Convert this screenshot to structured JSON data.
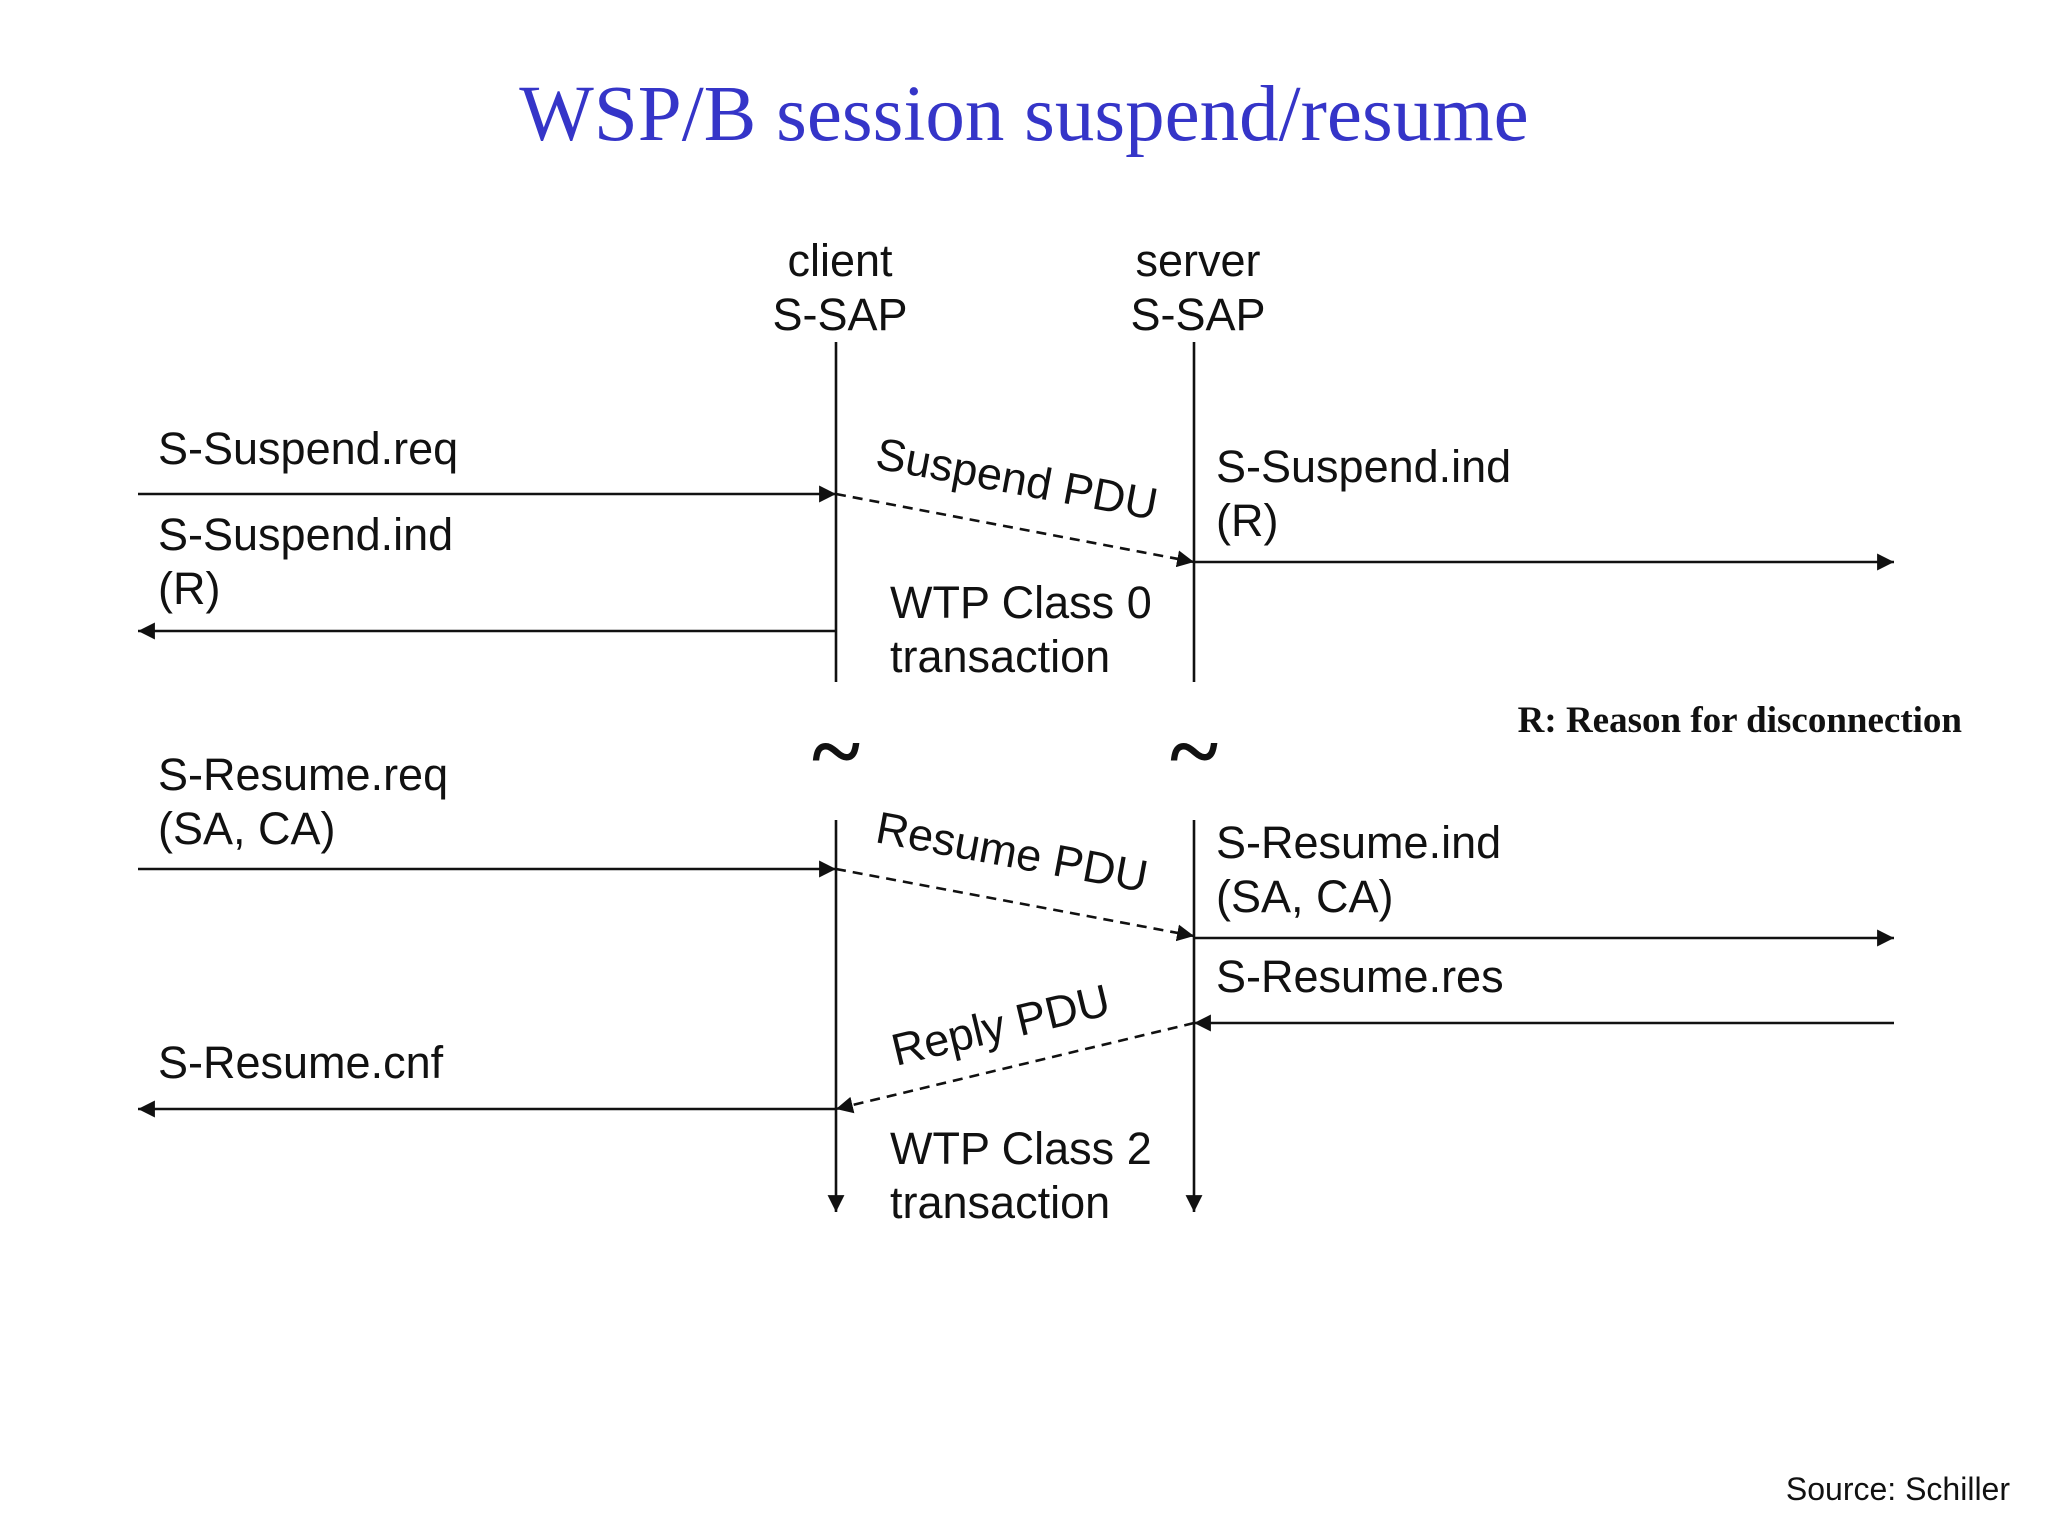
{
  "title": "WSP/B session suspend/resume",
  "entities": {
    "client": {
      "line1": "client",
      "line2": "S-SAP"
    },
    "server": {
      "line1": "server",
      "line2": "S-SAP"
    }
  },
  "primitives": {
    "suspend_req": "S-Suspend.req",
    "suspend_ind_client": [
      "S-Suspend.ind",
      "(R)"
    ],
    "suspend_ind_server": [
      "S-Suspend.ind",
      "(R)"
    ],
    "resume_req": [
      "S-Resume.req",
      "(SA, CA)"
    ],
    "resume_ind": [
      "S-Resume.ind",
      "(SA, CA)"
    ],
    "resume_res": "S-Resume.res",
    "resume_cnf": "S-Resume.cnf"
  },
  "pdus": {
    "suspend": "Suspend PDU",
    "resume": "Resume PDU",
    "reply": "Reply PDU"
  },
  "transactions": {
    "class0": [
      "WTP Class 0",
      "transaction"
    ],
    "class2": [
      "WTP Class 2",
      "transaction"
    ]
  },
  "break_symbol": "~",
  "note": "R: Reason for disconnection",
  "source": "Source: Schiller"
}
